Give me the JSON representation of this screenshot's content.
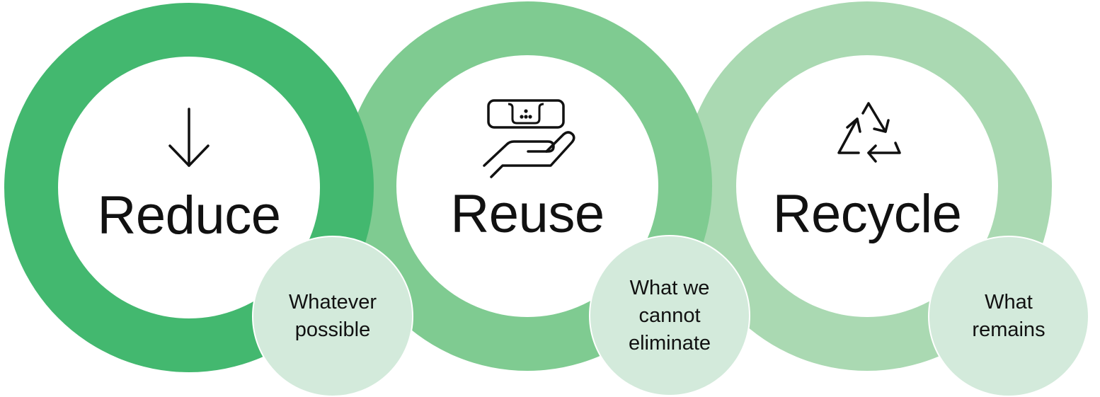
{
  "colors": {
    "reduce": "#43b86f",
    "reuse": "#7fcb91",
    "recycle": "#aad9b2",
    "bubble": "#d3eadb",
    "text": "#111111",
    "background": "#ffffff"
  },
  "steps": [
    {
      "title": "Reduce",
      "icon": "down-arrow-icon",
      "detail_lines": [
        "Whatever",
        "possible"
      ]
    },
    {
      "title": "Reuse",
      "icon": "hand-holding-container-icon",
      "detail_lines": [
        "What we",
        "cannot",
        "eliminate"
      ]
    },
    {
      "title": "Recycle",
      "icon": "recycle-icon",
      "detail_lines": [
        "What",
        "remains"
      ]
    }
  ]
}
